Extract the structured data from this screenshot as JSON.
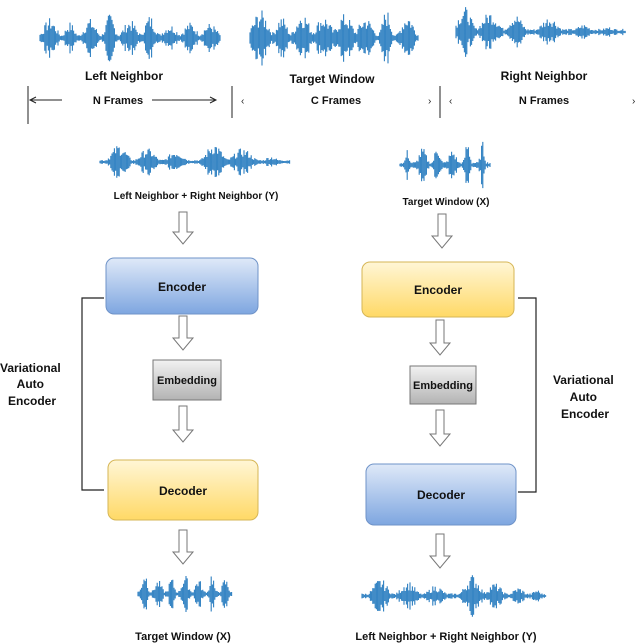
{
  "header": {
    "left_label": "Left Neighbor",
    "center_label": "Target Window",
    "right_label": "Right Neighbor",
    "left_frames": "N Frames",
    "center_frames": "C Frames",
    "right_frames": "N Frames"
  },
  "left_path": {
    "input_caption": "Left Neighbor + Right Neighbor (Y)",
    "encoder": "Encoder",
    "embedding": "Embedding",
    "decoder": "Decoder",
    "output_caption": "Target Window (X)",
    "vae_label": [
      "Variational",
      "Auto",
      "Encoder"
    ]
  },
  "right_path": {
    "input_caption": "Target Window (X)",
    "encoder": "Encoder",
    "embedding": "Embedding",
    "decoder": "Decoder",
    "output_caption": "Left Neighbor + Right Neighbor (Y)",
    "vae_label": [
      "Variational",
      "Auto",
      "Encoder"
    ]
  },
  "colors": {
    "waveform": "#2d7fc1",
    "blue_box_top": "#dfe9f8",
    "blue_box_bottom": "#7ea6e0",
    "yellow_box_top": "#fff6d6",
    "yellow_box_bottom": "#ffd966",
    "gray_box_top": "#f2f2f2",
    "gray_box_bottom": "#b3b3b3"
  }
}
